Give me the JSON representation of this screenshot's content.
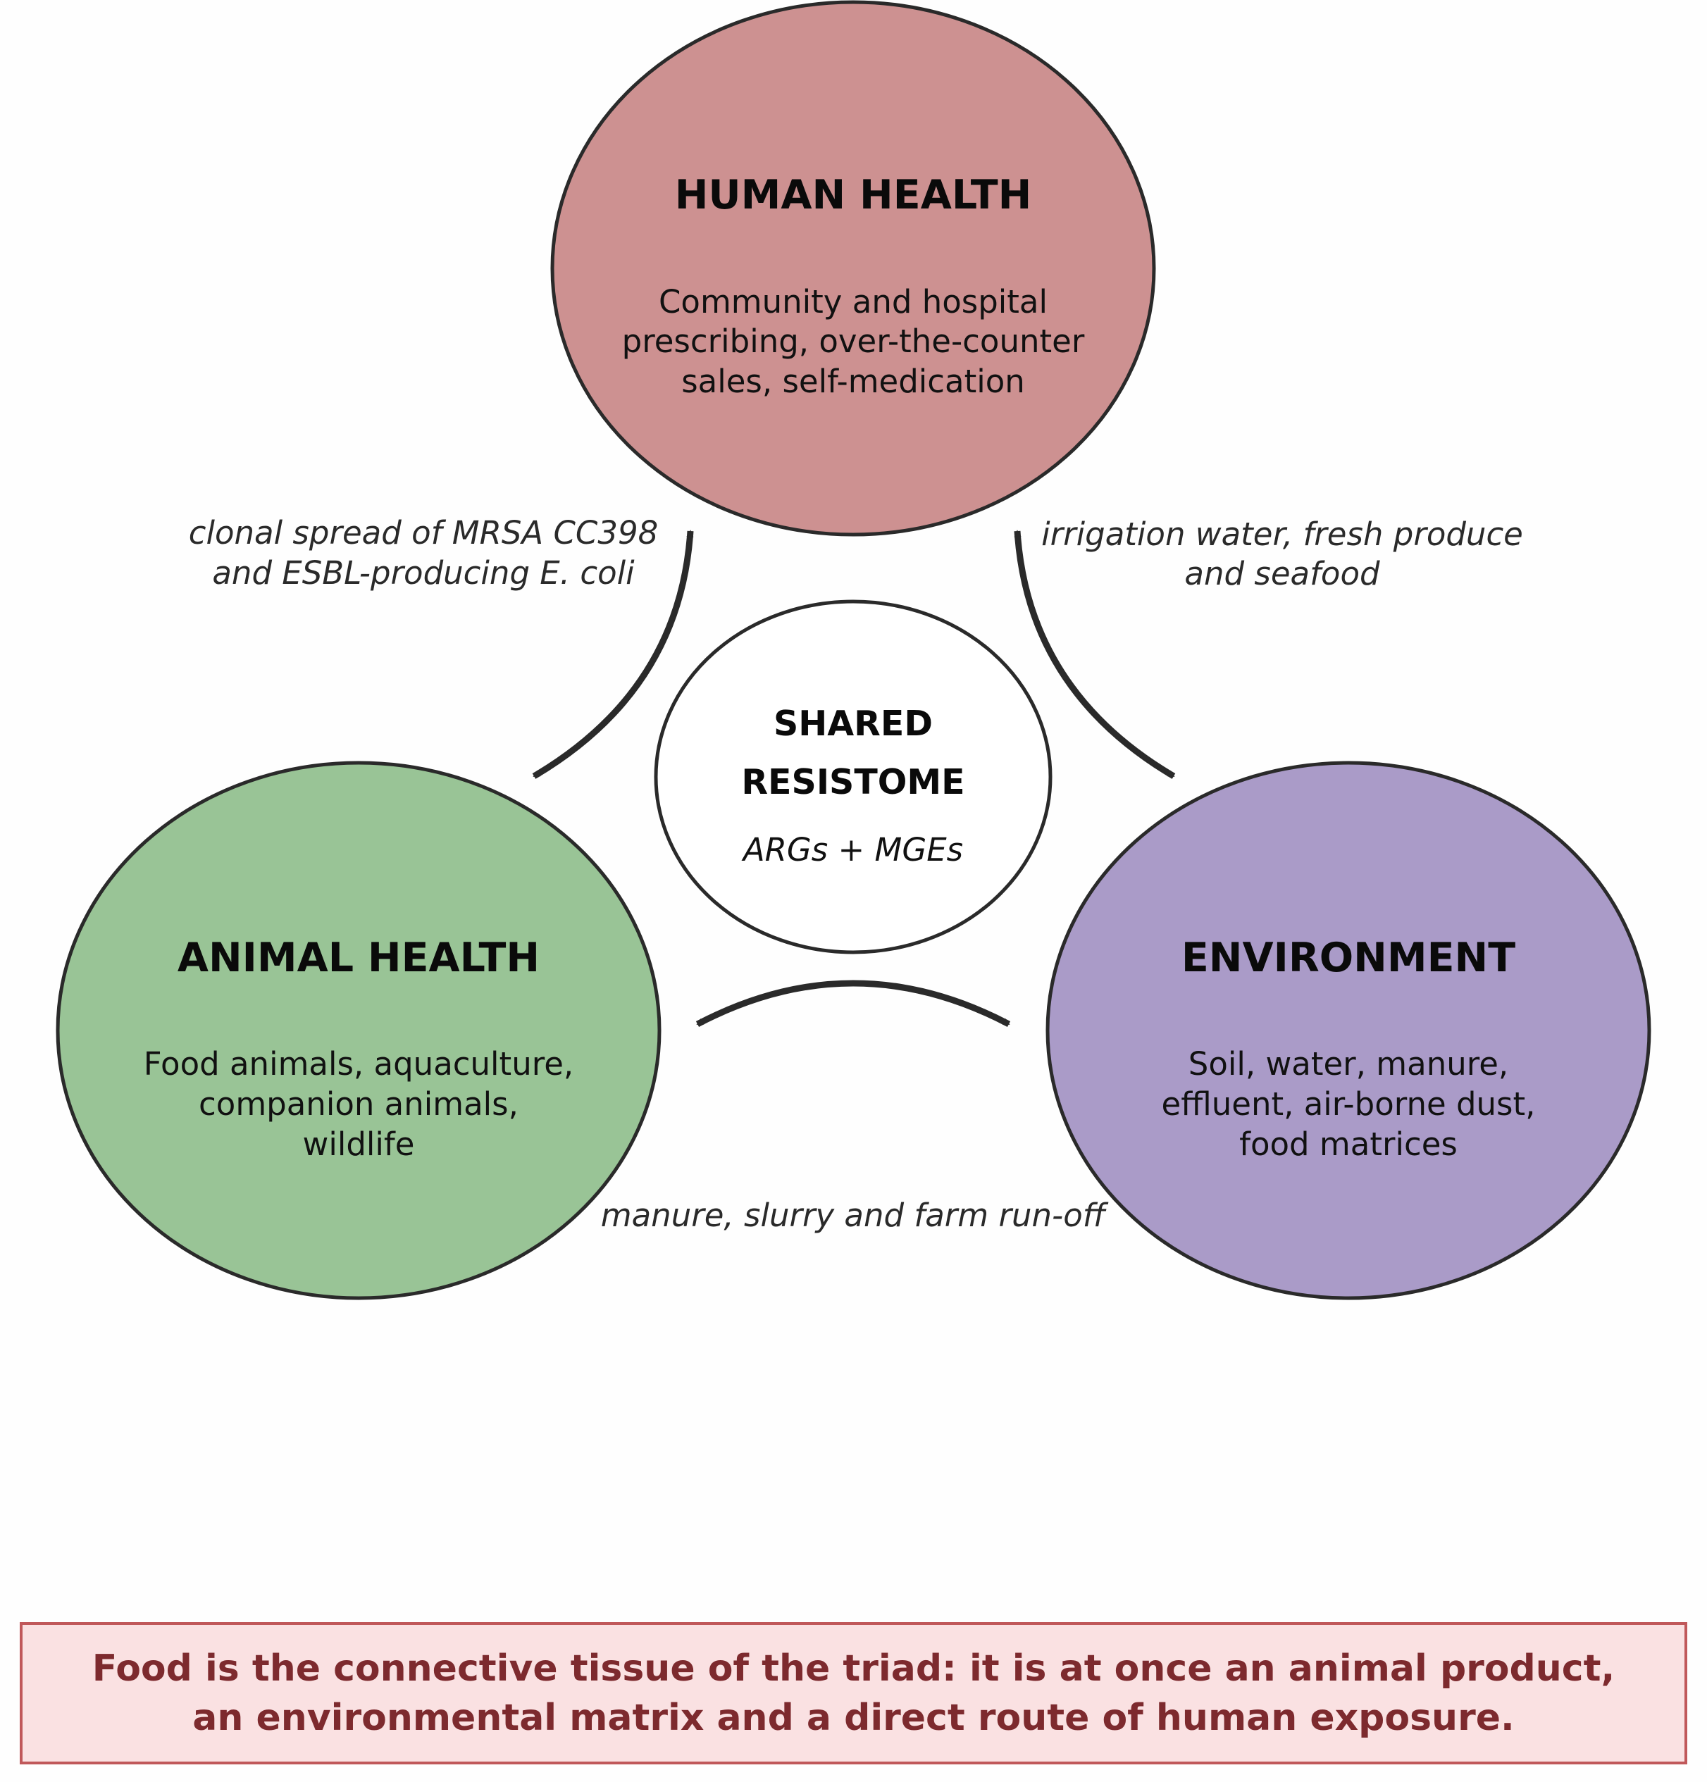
{
  "nodes": {
    "human": {
      "title": "HUMAN HEALTH",
      "desc": [
        "Community and hospital",
        "prescribing, over-the-counter",
        "sales, self-medication"
      ],
      "color": "#cd9191"
    },
    "animal": {
      "title": "ANIMAL HEALTH",
      "desc": [
        "Food animals, aquaculture,",
        "companion animals,",
        "wildlife"
      ],
      "color": "#99c496"
    },
    "environment": {
      "title": "ENVIRONMENT",
      "desc": [
        "Soil, water, manure,",
        "effluent, air-borne dust,",
        "food matrices"
      ],
      "color": "#aa9bc8"
    },
    "center": {
      "title": [
        "SHARED",
        "RESISTOME"
      ],
      "subtitle": "ARGs + MGEs",
      "color": "#ffffff"
    }
  },
  "edges": {
    "human_animal": [
      "clonal spread of MRSA CC398",
      "and ESBL-producing E.  coli"
    ],
    "human_environment": [
      "irrigation water, fresh produce",
      "and seafood"
    ],
    "animal_environment": [
      "manure, slurry and farm run-off"
    ]
  },
  "footer": {
    "lines": [
      "Food is the connective tissue of the triad: it is at once an animal product,",
      "an environmental matrix and a direct route of human exposure."
    ],
    "text_color": "#7d2a2e",
    "background": "#fae1e2",
    "border_color": "#c0585a"
  },
  "colors": {
    "stroke": "#2a2a2a",
    "arrow": "#2a2a2a"
  }
}
